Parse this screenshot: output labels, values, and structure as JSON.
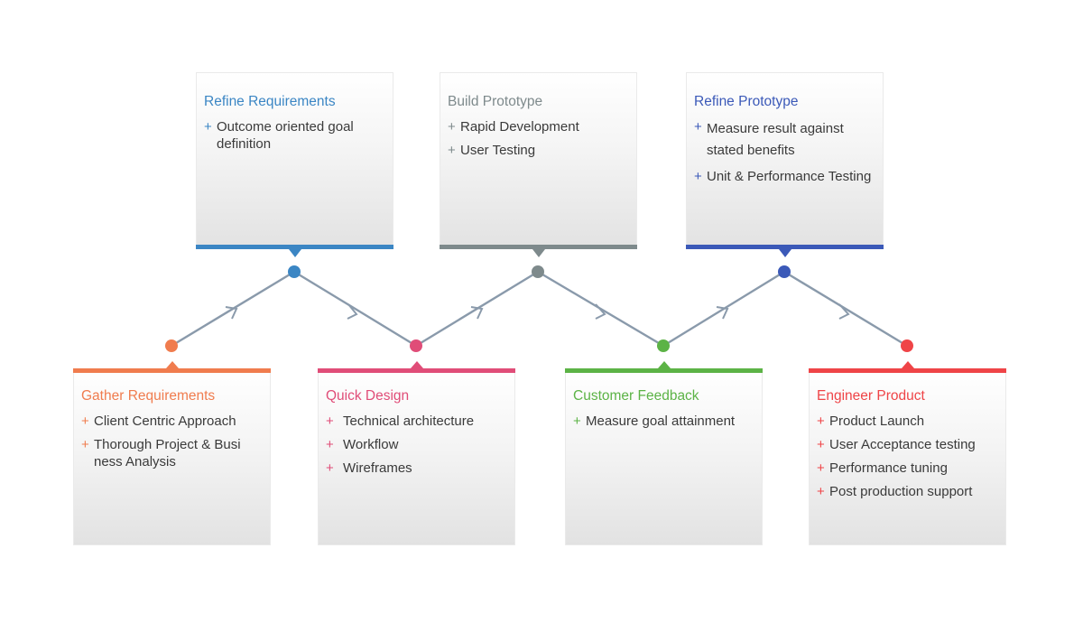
{
  "colors": {
    "connector": "#8a9aab",
    "orange": "#f07c4e",
    "pink": "#e04d78",
    "green": "#5cb346",
    "red": "#ef4447",
    "blue": "#3b86c4",
    "gray": "#7e8a8c",
    "indigo": "#3b59b8"
  },
  "stages": [
    {
      "title": "Gather Requirements",
      "color": "#f07c4e",
      "items": [
        "Client Centric Approach",
        "Thorough Project & Busi ness Analysis"
      ]
    },
    {
      "title": "Refine Requirements",
      "color": "#3b86c4",
      "items": [
        "Outcome oriented goal definition"
      ]
    },
    {
      "title": "Quick Design",
      "color": "#e04d78",
      "items": [
        "Technical architecture",
        "Workflow",
        "Wireframes"
      ]
    },
    {
      "title": "Build Prototype",
      "color": "#7e8a8c",
      "items": [
        "Rapid Development",
        "User Testing"
      ]
    },
    {
      "title": "Customer Feedback",
      "color": "#5cb346",
      "items": [
        "Measure goal attainment"
      ]
    },
    {
      "title": "Refine Prototype",
      "color": "#3b59b8",
      "items": [
        "Measure result against stated benefits",
        "Unit & Performance Testing"
      ]
    },
    {
      "title": "Engineer Product",
      "color": "#ef4447",
      "items": [
        "Product Launch",
        "User Acceptance testing",
        "Performance tuning",
        "Post production support"
      ]
    }
  ],
  "icons": {
    "bullet": "plus-icon",
    "connector_arrow": "chevron-arrow-icon"
  }
}
